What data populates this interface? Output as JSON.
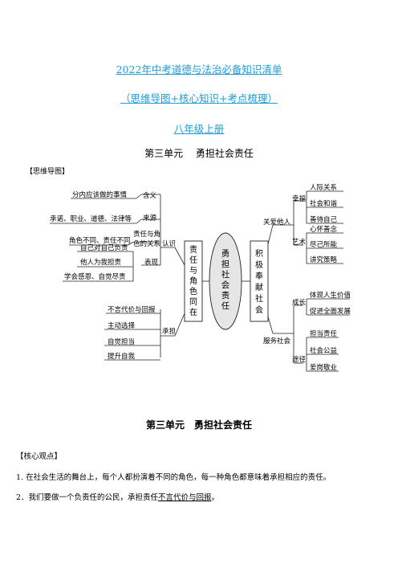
{
  "header": {
    "title": "2022年中考道德与法治必备知识清单",
    "subtitle": "（思维导图+核心知识+考点梳理）",
    "grade": "八年级上册"
  },
  "unit_title": "第三单元　 勇担社会责任",
  "mindmap_label": "【思维导图】",
  "mindmap": {
    "center": "勇担社会责任",
    "left_main": "责任与角色同在",
    "right_main": "积极奉献社会",
    "left": {
      "renshi": "认识",
      "hanyi": "含义",
      "hanyi_detail": "分内应该做的事情",
      "laiyuan": "来源",
      "laiyuan_detail": "承诺、职业、道德、法律等",
      "guanxi_line1": "责任与角",
      "guanxi_line2": "色的关系",
      "guanxi_detail": "角色不同、责任不同",
      "biaoxian": "表现",
      "biaoxian_items": [
        "自己对自己负责",
        "他人为我担责",
        "学会感恩、自觉尽责"
      ],
      "chengdan": "承担",
      "chengdan_items": [
        "不言代价与回报",
        "主动选择",
        "自觉担当",
        "提升自我"
      ]
    },
    "right": {
      "guanai": "关爱他人",
      "xingfu": "幸福",
      "xingfu_items": [
        "人际关系",
        "社会和谐",
        "善待自己"
      ],
      "yishu": "艺术",
      "yishu_items": [
        "心怀善念",
        "尽己所能",
        "讲究策略"
      ],
      "fuwu": "服务社会",
      "chengzhang": "成长",
      "chengzhang_items": [
        "体现人生价值",
        "促进全面发展"
      ],
      "tujing": "途径",
      "tujing_items": [
        "担当责任",
        "社会公益",
        "爱岗敬业"
      ]
    }
  },
  "section_title": "第三单元　勇担社会责任",
  "core_label": "【核心观点】",
  "points": [
    "1. 在社会生活的舞台上，每个人都扮演着不同的角色，每一种角色都意味着承担相应的责任。",
    "2．我们要做一个负责任的公民，承担责任"
  ],
  "point2_underlined": "不言代价与回报",
  "point2_end": "。"
}
